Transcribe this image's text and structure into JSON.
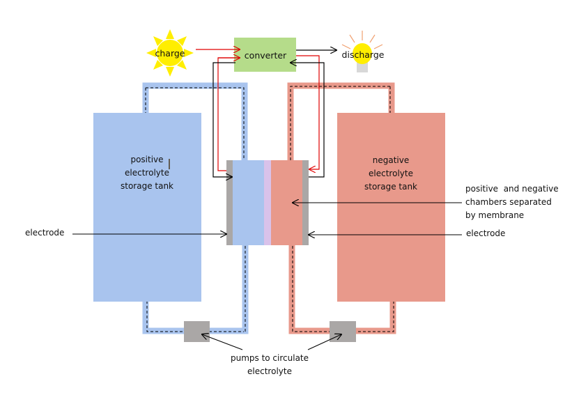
{
  "title": "Redox flow battery schematic",
  "colors": {
    "positive": "#a9c4ee",
    "negative": "#e8998b",
    "membrane": "#d9c2ea",
    "electrode": "#aaa7a6",
    "converter": "#b5dc8a",
    "sun": "#ffee00",
    "bulb": "#ffee00",
    "bulb_base": "#d8d8d8",
    "bulb_rays": "#f0a070",
    "charge_wire": "#e00000",
    "discharge_wire": "#000000"
  },
  "source": {
    "label": "charge",
    "icon": "sun-icon"
  },
  "converter": {
    "label": "converter"
  },
  "load": {
    "label": "discharge",
    "icon": "light-bulb-icon"
  },
  "tanks": {
    "positive": {
      "lines": [
        "positive",
        "electrolyte",
        "storage tank"
      ]
    },
    "negative": {
      "lines": [
        "negative",
        "electrolyte",
        "storage tank"
      ]
    }
  },
  "callouts": {
    "electrode_left": "electrode",
    "electrode_right": "electrode",
    "membrane": [
      "positive  and negative",
      "chambers separated",
      "by membrane"
    ],
    "pumps": [
      "pumps to circulate",
      "electrolyte"
    ]
  }
}
